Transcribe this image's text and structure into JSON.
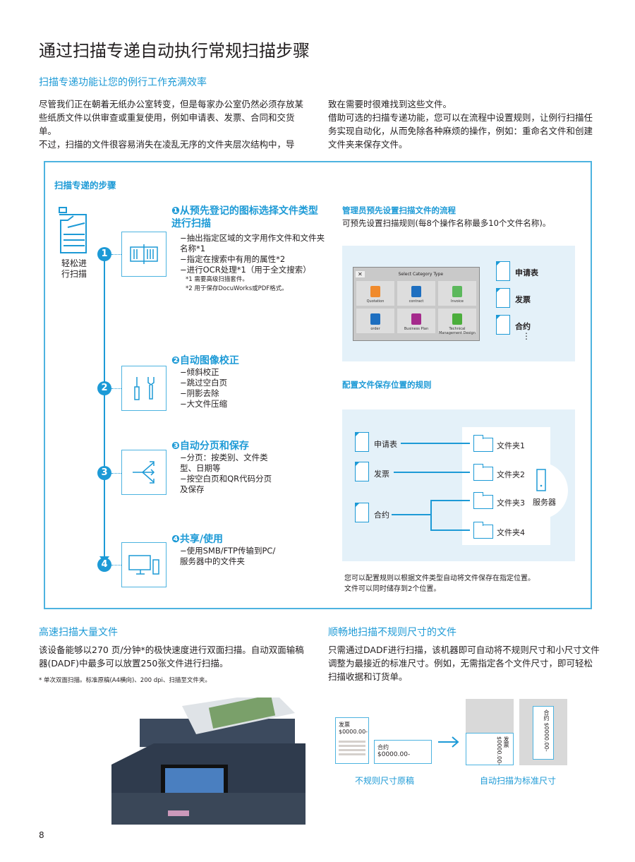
{
  "title": "通过扫描专递自动执行常规扫描步骤",
  "intro": {
    "subtitle": "扫描专递功能让您的例行工作充满效率",
    "left": "尽管我们正在朝着无纸办公室转变，但是每家办公室仍然必须存放某些纸质文件以供审查或重复使用，例如申请表、发票、合同和交货单。\n不过，扫描的文件很容易消失在凌乱无序的文件夹层次结构中，导",
    "right": "致在需要时很难找到这些文件。\n借助可选的扫描专递功能，您可以在流程中设置规则，让例行扫描任务实现自动化，从而免除各种麻烦的操作，例如：重命名文件和创建文件夹来保存文件。"
  },
  "steps_box": {
    "heading": "扫描专递的步骤",
    "scanner_label": "轻松进行扫描",
    "steps": [
      {
        "num": "1",
        "title": "❶从预先登记的图标选择文件类型进行扫描",
        "items": [
          "−抽出指定区域的文字用作文件和文件夹名称*1",
          "−指定在搜索中有用的属性*2",
          "−进行OCR处理*1（用于全文搜索）"
        ],
        "notes": [
          "*1 需要高级扫描套件。",
          "*2 用于保存DocuWorks或PDF格式。"
        ]
      },
      {
        "num": "2",
        "title": "❷自动图像校正",
        "items": [
          "−倾斜校正",
          "−跳过空白页",
          "−阴影去除",
          "−大文件压缩"
        ]
      },
      {
        "num": "3",
        "title": "❸自动分页和保存",
        "items": [
          "−分页：按类别、文件类型、日期等",
          "−按空白页和QR代码分页及保存"
        ]
      },
      {
        "num": "4",
        "title": "❹共享/使用",
        "items": [
          "−使用SMB/FTP传输到PC/服务器中的文件夹"
        ]
      }
    ],
    "admin": {
      "heading": "管理员预先设置扫描文件的流程",
      "desc": "可预先设置扫描规则(每8个操作名称最多10个文件名称)。",
      "dialog_title": "Select Category Type",
      "close": "✕",
      "tiles": [
        {
          "label": "Quotation",
          "color": "#f08a2c"
        },
        {
          "label": "contract",
          "color": "#1e6fc0"
        },
        {
          "label": "Invoice",
          "color": "#5cb85c"
        },
        {
          "label": "order",
          "color": "#1e6fc0"
        },
        {
          "label": "Business Plan",
          "color": "#a52a8c"
        },
        {
          "label": "Technical Management Design",
          "color": "#4cae3c"
        }
      ],
      "docs": [
        "申请表",
        "发票",
        "合约"
      ],
      "ellipsis": "⋮"
    },
    "rules": {
      "heading": "配置文件保存位置的规则",
      "docs": [
        "申请表",
        "发票",
        "合约"
      ],
      "folders": [
        "文件夹1",
        "文件夹2",
        "文件夹3",
        "文件夹4"
      ],
      "server": "服务器",
      "note": [
        "您可以配置规则以根据文件类型自动将文件保存在指定位置。",
        "文件可以同时储存到2个位置。"
      ]
    }
  },
  "highspeed": {
    "heading": "高速扫描大量文件",
    "text": "该设备能够以270 页/分钟*的极快速度进行双面扫描。自动双面输稿器(DADF)中最多可以放置250张文件进行扫描。",
    "footnote": "* 单次双面扫描。标准原稿(A4横向)、200 dpi、扫描至文件夹。"
  },
  "irregular": {
    "heading": "顺畅地扫描不规则尺寸的文件",
    "text": "只需通过DADF进行扫描，该机器即可自动将不规则尺寸和小尺寸文件调整为最接近的标准尺寸。例如，无需指定各个文件尺寸，即可轻松扫描收据和订货单。",
    "slip1_title": "发票",
    "slip1_amount": "$0000.00-",
    "slip2_title": "合约",
    "slip2_amount": "$0000.00-",
    "caption_left": "不规则尺寸原稿",
    "caption_right": "自动扫描为标准尺寸"
  },
  "page_number": "8"
}
